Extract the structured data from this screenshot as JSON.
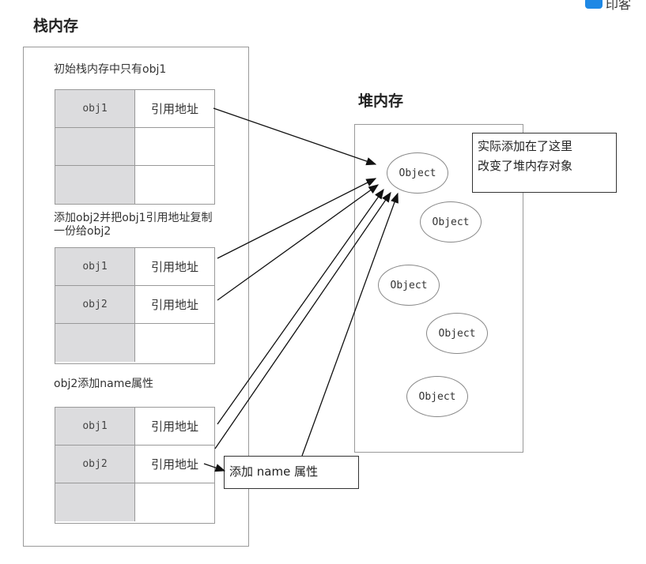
{
  "corner_badge": {
    "text": "印客"
  },
  "stack": {
    "title": "栈内存",
    "steps": [
      {
        "label": "初始栈内存中只有obj1",
        "rows": [
          {
            "name": "obj1",
            "value": "引用地址"
          },
          {
            "name": "",
            "value": ""
          },
          {
            "name": "",
            "value": ""
          }
        ]
      },
      {
        "label": "添加obj2并把obj1引用地址复制一份给obj2",
        "rows": [
          {
            "name": "obj1",
            "value": "引用地址"
          },
          {
            "name": "obj2",
            "value": "引用地址"
          },
          {
            "name": "",
            "value": ""
          }
        ]
      },
      {
        "label": "obj2添加name属性",
        "rows": [
          {
            "name": "obj1",
            "value": "引用地址"
          },
          {
            "name": "obj2",
            "value": "引用地址"
          },
          {
            "name": "",
            "value": ""
          }
        ]
      }
    ]
  },
  "heap": {
    "title": "堆内存",
    "objects": [
      "Object",
      "Object",
      "Object",
      "Object",
      "Object"
    ],
    "note_line1": "实际添加在了这里",
    "note_line2": "改变了堆内存对象"
  },
  "callout": "添加 name 属性",
  "colors": {
    "key_cell": "#dcdcde",
    "border": "#999999",
    "badge": "#1e88e5"
  }
}
